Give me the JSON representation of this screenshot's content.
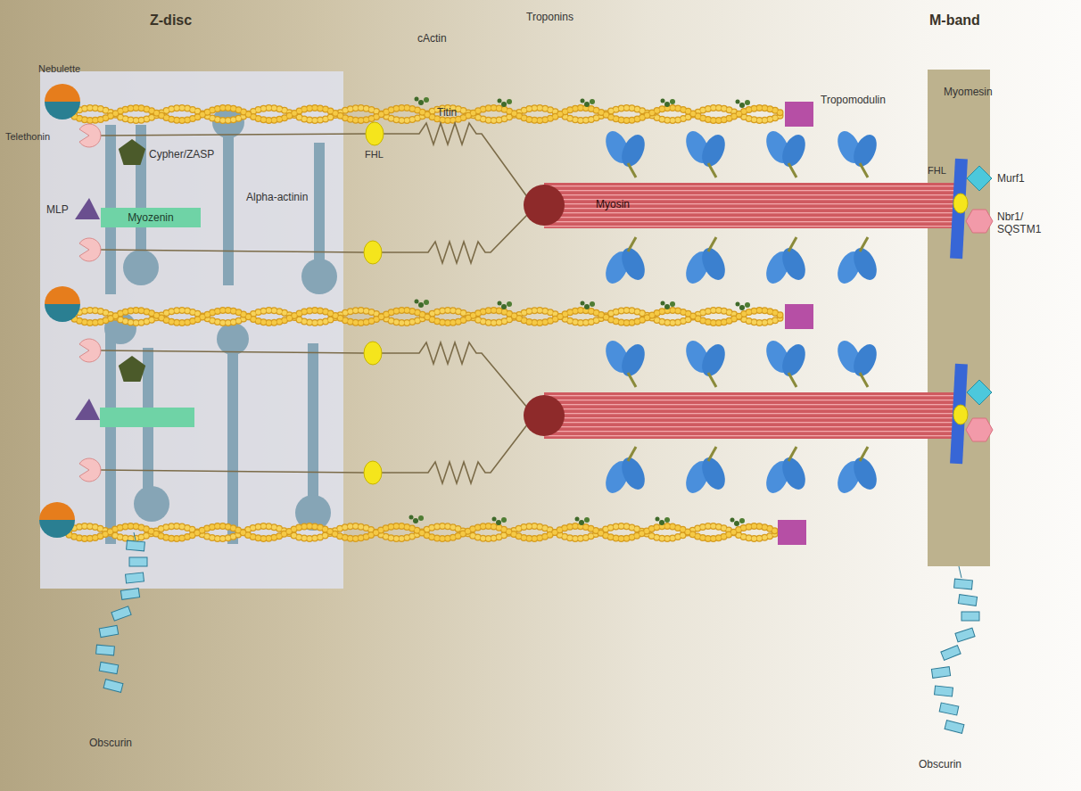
{
  "diagram": {
    "nodes": [
      {
        "text": [
          "Z-disc"
        ]
      },
      {
        "text": [
          "Myozenin"
        ],
        "in": 0
      },
      {
        "text": [
          "M-band"
        ]
      }
    ],
    "labels": [
      "Nebulette",
      "Telethonin",
      "Cypher/ZASP",
      "MLP",
      "Alpha-actinin",
      "FHL",
      "Titin",
      "cActin",
      "Troponins",
      "Tropomodulin",
      "Myosin",
      "Myomesin",
      "Murf1",
      "FHL",
      "Nbr1/ SQSTM1",
      "Obscurin",
      "Obscurin"
    ]
  }
}
